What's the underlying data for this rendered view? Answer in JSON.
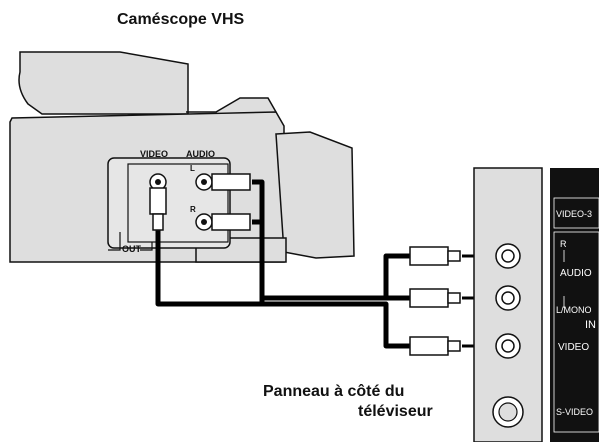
{
  "diagram": {
    "title": "Caméscope VHS",
    "side_panel_caption_line1": "Panneau à côté du",
    "side_panel_caption_line2": "téléviseur",
    "camcorder_labels": {
      "video": "VIDEO",
      "audio": "AUDIO",
      "left": "L",
      "right": "R",
      "out": "OUT"
    },
    "tv_panel_labels": {
      "video3": "VIDEO-3",
      "r": "R",
      "audio": "AUDIO",
      "lmono": "L/MONO",
      "in": "IN",
      "video": "VIDEO",
      "svideo": "S-VIDEO"
    }
  },
  "colors": {
    "body_fill": "#dedede",
    "outline": "#111111",
    "cable": "#000000",
    "panel_dark": "#111111",
    "panel_text": "#ffffff"
  }
}
